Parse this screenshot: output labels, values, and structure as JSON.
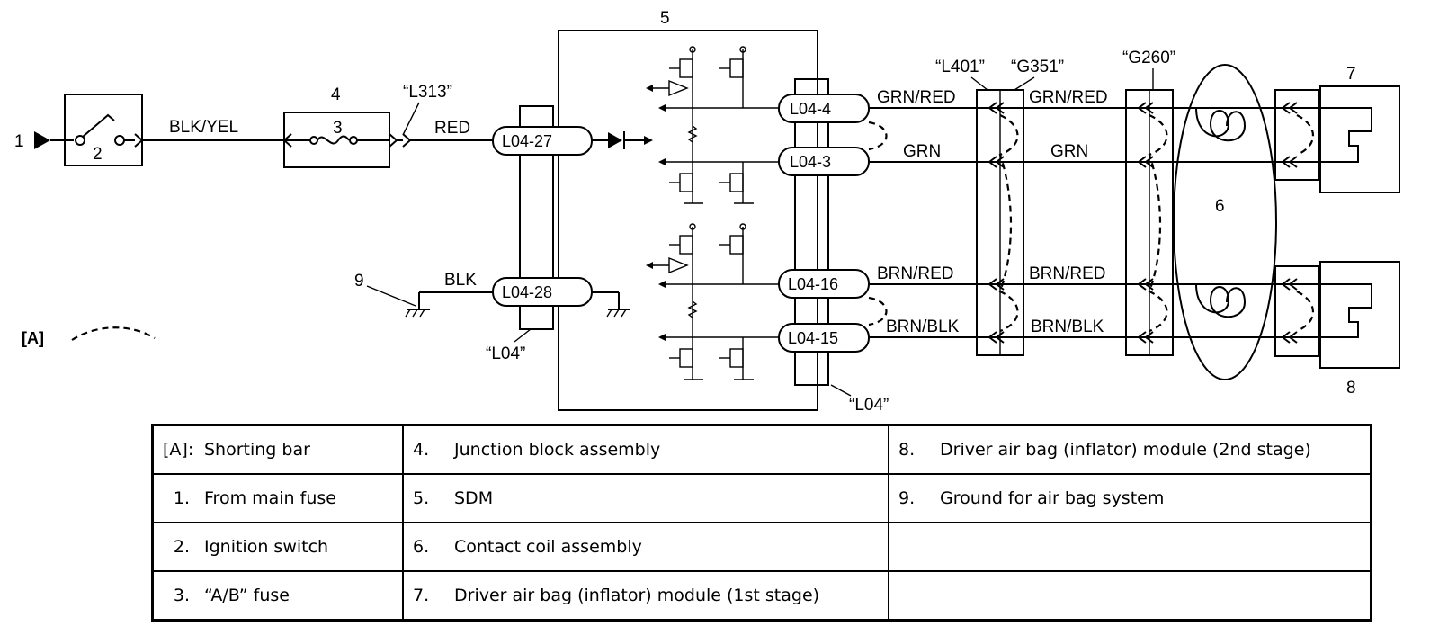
{
  "items": {
    "i1": "1",
    "i2": "2",
    "i3": "3",
    "i4": "4",
    "i5": "5",
    "i6": "6",
    "i7": "7",
    "i8": "8",
    "i9": "9"
  },
  "shorting_bar_key": "[A]",
  "wires": {
    "blk_yel": "BLK/YEL",
    "red": "RED",
    "blk": "BLK",
    "grn_red_a": "GRN/RED",
    "grn_red_b": "GRN/RED",
    "grn_a": "GRN",
    "grn_b": "GRN",
    "brn_red_a": "BRN/RED",
    "brn_red_b": "BRN/RED",
    "brn_blk_a": "BRN/BLK",
    "brn_blk_b": "BRN/BLK"
  },
  "connectors": {
    "l313": "“L313”",
    "l04_left": "“L04”",
    "l04_right": "“L04”",
    "l401": "“L401”",
    "g351": "“G351”",
    "g260": "“G260”"
  },
  "terminals": {
    "t27": "L04-27",
    "t28": "L04-28",
    "t4": "L04-4",
    "t3": "L04-3",
    "t16": "L04-16",
    "t15": "L04-15"
  },
  "legend": {
    "rows": [
      {
        "c1k": "[A]:",
        "c1v": "Shorting bar",
        "c2k": "4.",
        "c2v": "Junction block assembly",
        "c3k": "8.",
        "c3v": "Driver air bag (inflator) module (2nd stage)"
      },
      {
        "c1k": "1.",
        "c1v": "From main fuse",
        "c2k": "5.",
        "c2v": "SDM",
        "c3k": "9.",
        "c3v": "Ground for air bag system"
      },
      {
        "c1k": "2.",
        "c1v": "Ignition switch",
        "c2k": "6.",
        "c2v": "Contact coil assembly",
        "c3k": "",
        "c3v": ""
      },
      {
        "c1k": "3.",
        "c1v": "“A/B” fuse",
        "c2k": "7.",
        "c2v": "Driver air bag (inflator) module (1st stage)",
        "c3k": "",
        "c3v": ""
      }
    ]
  }
}
